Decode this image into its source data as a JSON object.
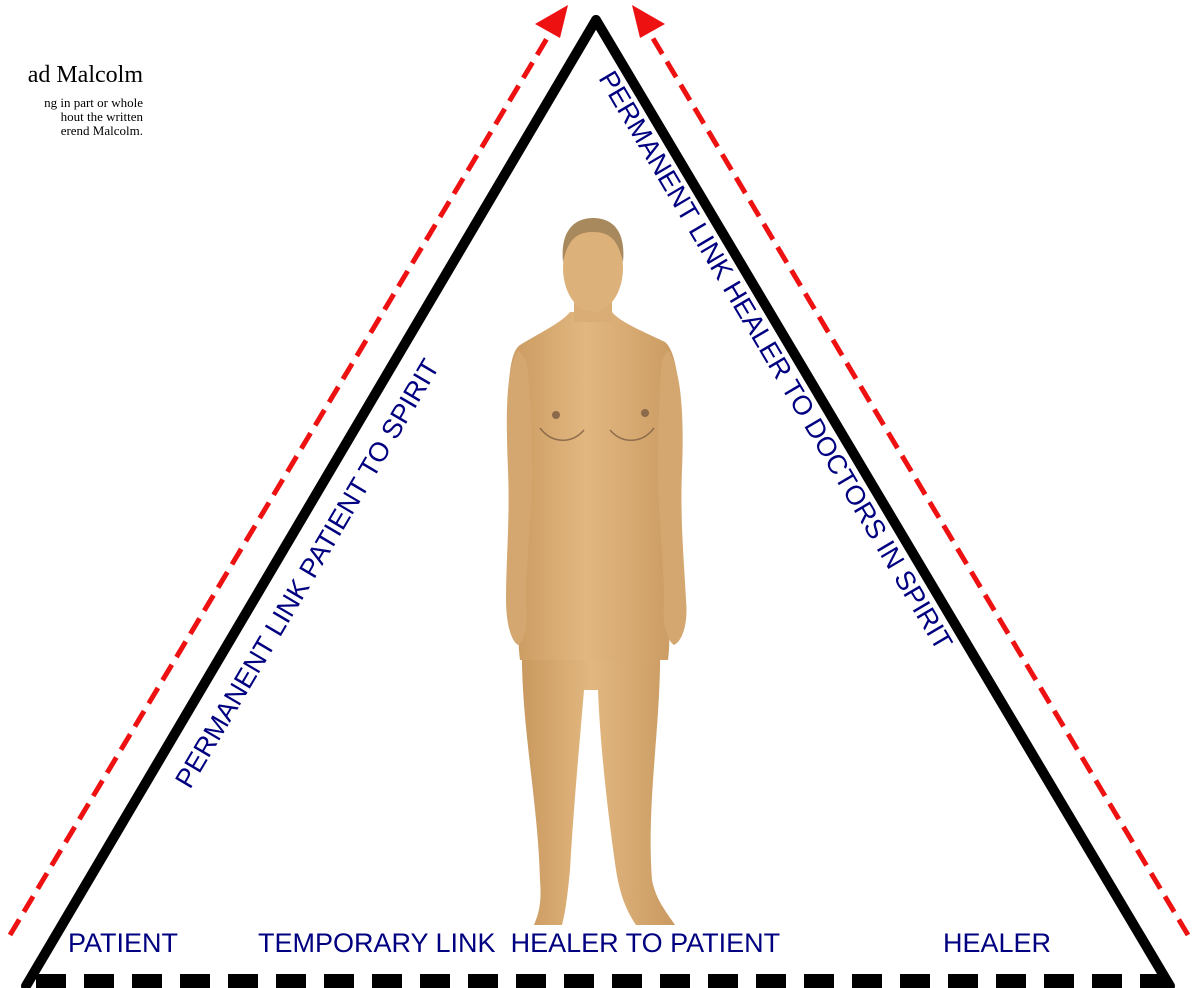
{
  "copyright": {
    "name": "ad Malcolm",
    "lines": [
      "ng in part or whole",
      "hout the written",
      "erend Malcolm."
    ]
  },
  "labels": {
    "left_side": "PERMANENT LINK PATIENT TO SPIRIT",
    "right_side": "PERMANENT LINK HEALER TO DOCTORS IN SPIRIT",
    "bottom_left": "PATIENT",
    "bottom_center": "TEMPORARY LINK  HEALER TO PATIENT",
    "bottom_right": "HEALER"
  },
  "colors": {
    "triangle": "#000000",
    "arrows": "#ee1111",
    "label_text": "#000080",
    "figure_skin": "#dcb079"
  },
  "figure": {
    "icon": "standing-human-figure"
  }
}
